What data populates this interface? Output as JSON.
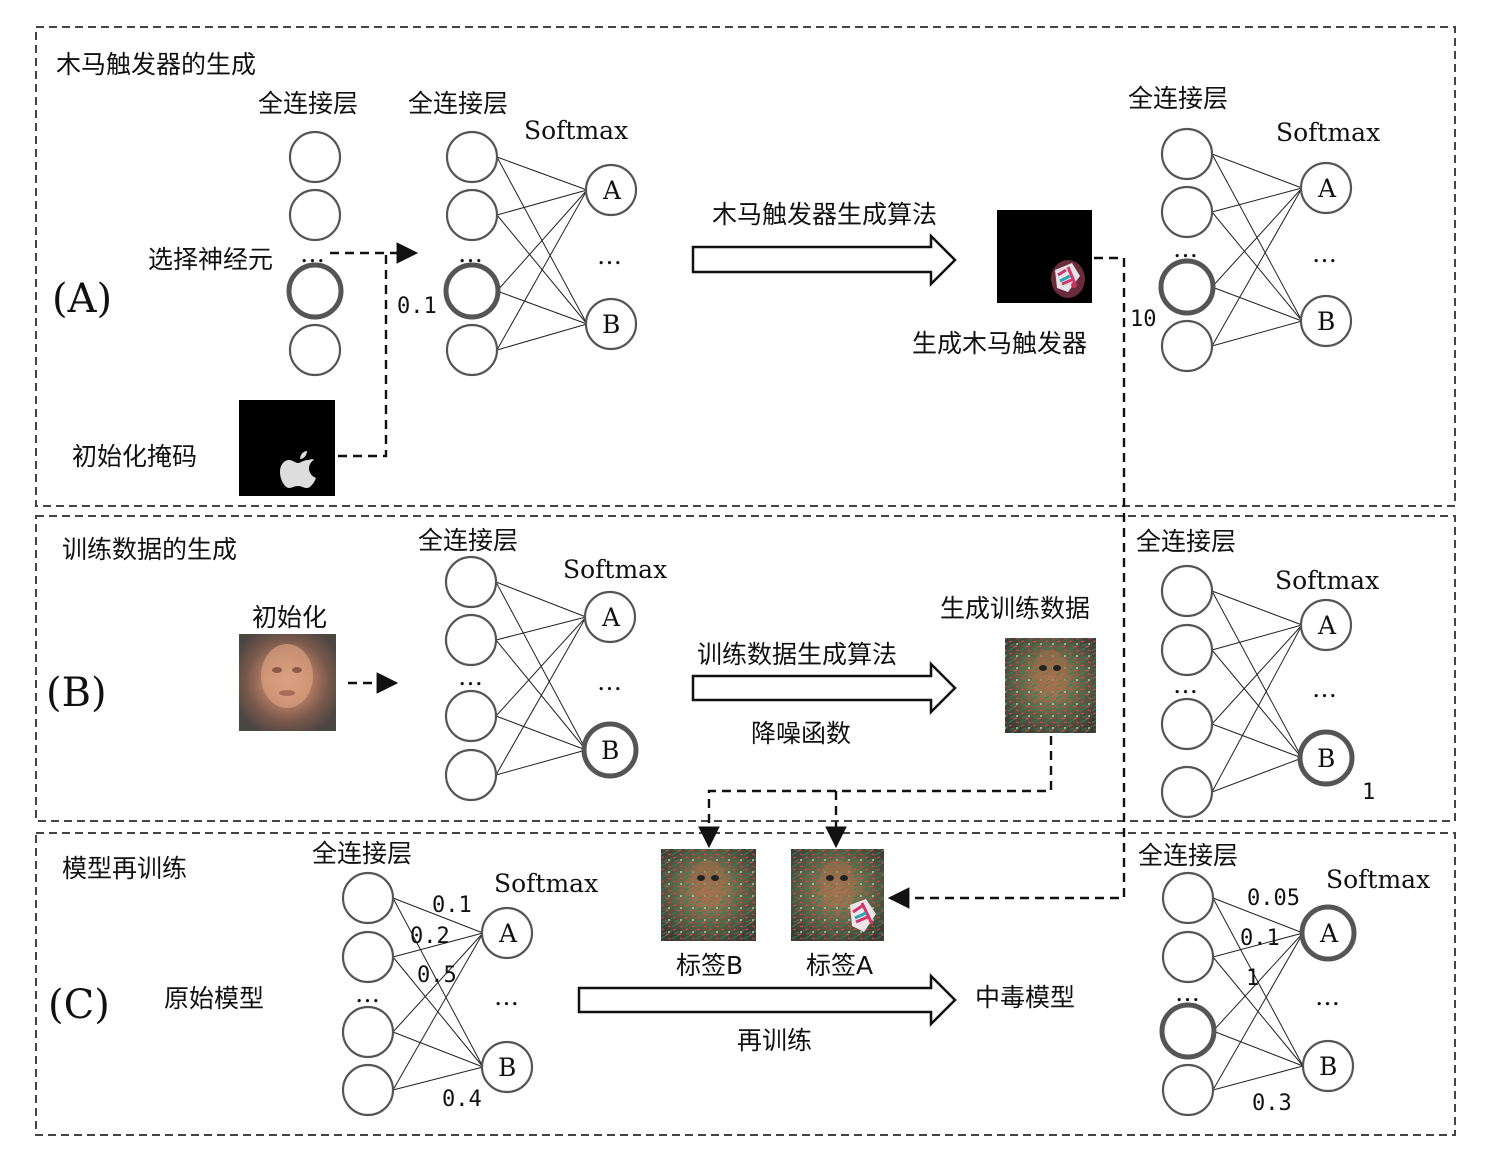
{
  "panels": {
    "a": {
      "title": "木马触发器的生成",
      "tag": "(A)",
      "fc_label_left": "全连接层",
      "fc_label_mid": "全连接层",
      "softmax_mid": "Softmax",
      "select_neuron": "选择神经元",
      "init_mask": "初始化掩码",
      "weight_mid": "0.1",
      "algo": "木马触发器生成算法",
      "gen_trigger": "生成木马触发器",
      "fc_label_right": "全连接层",
      "softmax_right": "Softmax",
      "weight_right": "10",
      "out_a": "A",
      "out_b": "B",
      "dots": "…"
    },
    "b": {
      "title": "训练数据的生成",
      "tag": "(B)",
      "init": "初始化",
      "fc_label_mid": "全连接层",
      "softmax_mid": "Softmax",
      "algo": "训练数据生成算法",
      "denoise": "降噪函数",
      "gen_data": "生成训练数据",
      "fc_label_right": "全连接层",
      "softmax_right": "Softmax",
      "weight_right": "1",
      "out_a": "A",
      "out_b": "B",
      "dots": "…"
    },
    "c": {
      "title": "模型再训练",
      "tag": "(C)",
      "original_model": "原始模型",
      "fc_label_left": "全连接层",
      "softmax_left": "Softmax",
      "w1": "0.1",
      "w2": "0.2",
      "w3": "0.5",
      "w4": "0.4",
      "label_b": "标签B",
      "label_a": "标签A",
      "retrain": "再训练",
      "poisoned_model": "中毒模型",
      "fc_label_right": "全连接层",
      "softmax_right": "Softmax",
      "rw1": "0.05",
      "rw2": "0.1",
      "rw3": "1",
      "rw4": "0.3",
      "out_a": "A",
      "out_b": "B",
      "dots": "…"
    }
  },
  "colors": {
    "ink": "#111111",
    "node_stroke": "#555555",
    "trigger_bg": "#000000"
  },
  "icons": [
    "apple-logo-icon",
    "face-image-icon",
    "trigger-pattern-icon"
  ]
}
